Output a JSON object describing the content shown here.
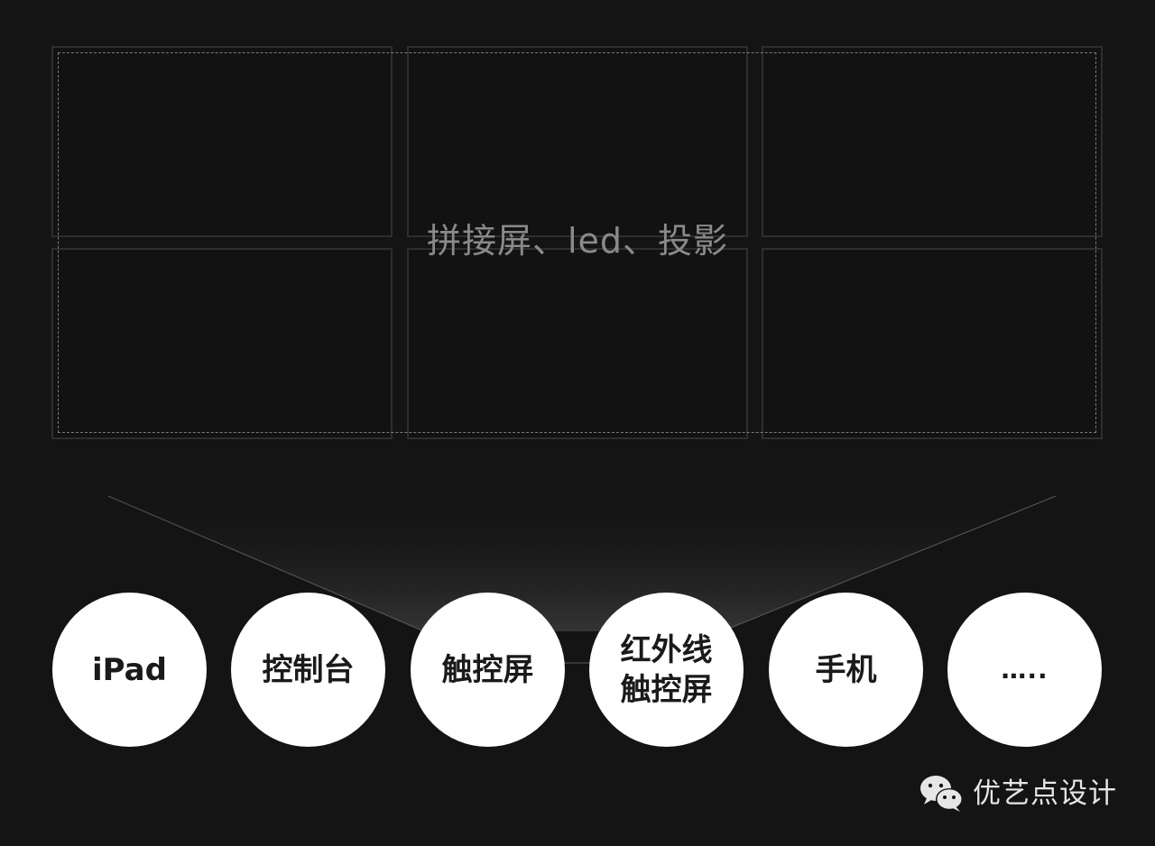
{
  "display_wall": {
    "label": "拼接屏、led、投影"
  },
  "devices": [
    {
      "label": "iPad"
    },
    {
      "label": "控制台"
    },
    {
      "label": "触控屏"
    },
    {
      "label": "红外线\n触控屏"
    },
    {
      "label": "手机"
    },
    {
      "label": "….."
    }
  ],
  "brand": {
    "name": "优艺点设计",
    "icon": "wechat-icon"
  },
  "colors": {
    "background": "#141414",
    "panel_border": "#2e2e2e",
    "dashed_border": "#7a7a7a",
    "device_fill": "#ffffff",
    "label": "#8a8a8a"
  }
}
